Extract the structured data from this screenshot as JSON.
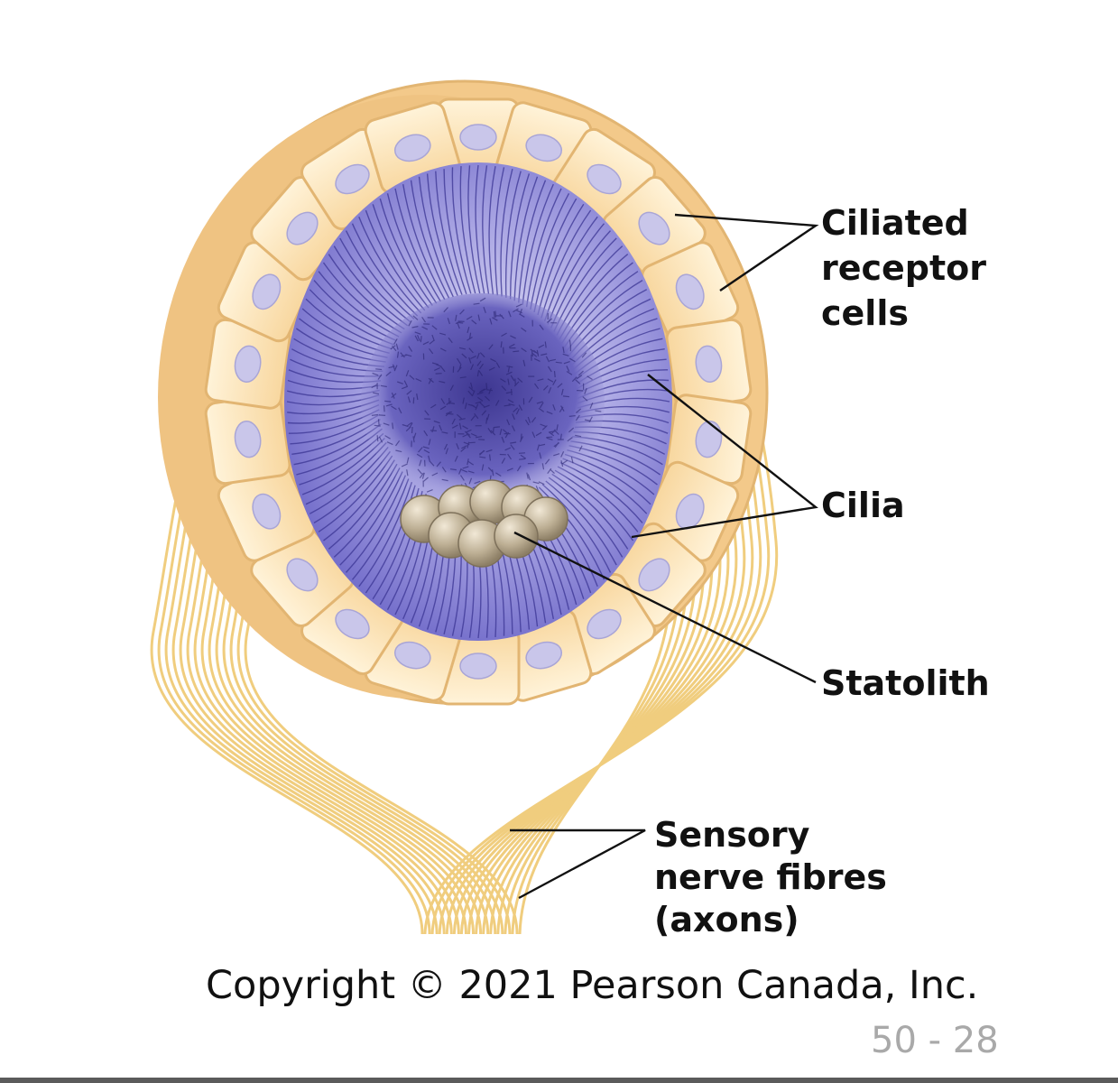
{
  "labels": {
    "ciliated": [
      "Ciliated",
      "receptor",
      "cells"
    ],
    "cilia": "Cilia",
    "statolith": "Statolith",
    "sensory": [
      "Sensory",
      "nerve fibres",
      "(axons)"
    ]
  },
  "footer": {
    "copyright": "Copyright © 2021 Pearson Canada, Inc.",
    "page_number": "50 - 28"
  },
  "colors": {
    "cell_fill": "#fde3b4",
    "cell_edge": "#e2b572",
    "nucleus": "#c9c6ea",
    "lumen": "#8a86d8",
    "cilia_lines": "#3b3594",
    "statolith": "#b8a98e",
    "nerve_fibre": "#f0cd7e"
  }
}
